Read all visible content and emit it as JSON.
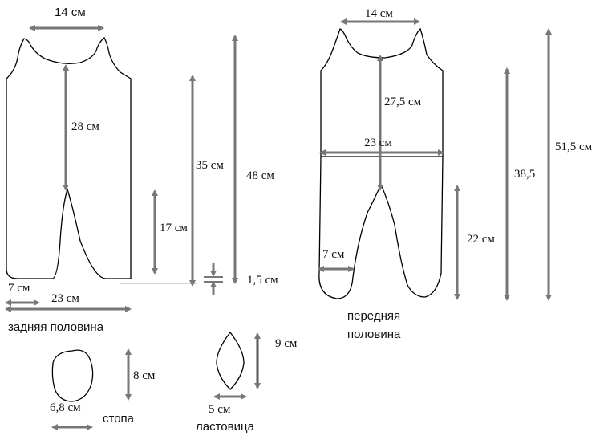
{
  "colors": {
    "outline": "#000000",
    "dimension_arrow": "#777777"
  },
  "back_half": {
    "caption": "задняя половина",
    "neck_width": "14 см",
    "crotch_depth": "28 см",
    "total_length": "48 см",
    "side_length": "35 см",
    "inseam": "17 см",
    "hem_offset": "1,5 см",
    "leg_opening": "7 см",
    "width": "23 см"
  },
  "front_half": {
    "caption_line1": "передняя",
    "caption_line2": "половина",
    "neck_width": "14 см",
    "crotch_depth": "27,5 см",
    "width": "23 см",
    "leg_opening": "7 см",
    "inseam": "22 см",
    "side_length": "38,5",
    "total_length": "51,5 см"
  },
  "foot": {
    "caption": "стопа",
    "width": "6,8 см",
    "height": "8 см"
  },
  "gusset": {
    "caption": "ластовица",
    "width": "5 см",
    "height": "9 см"
  }
}
